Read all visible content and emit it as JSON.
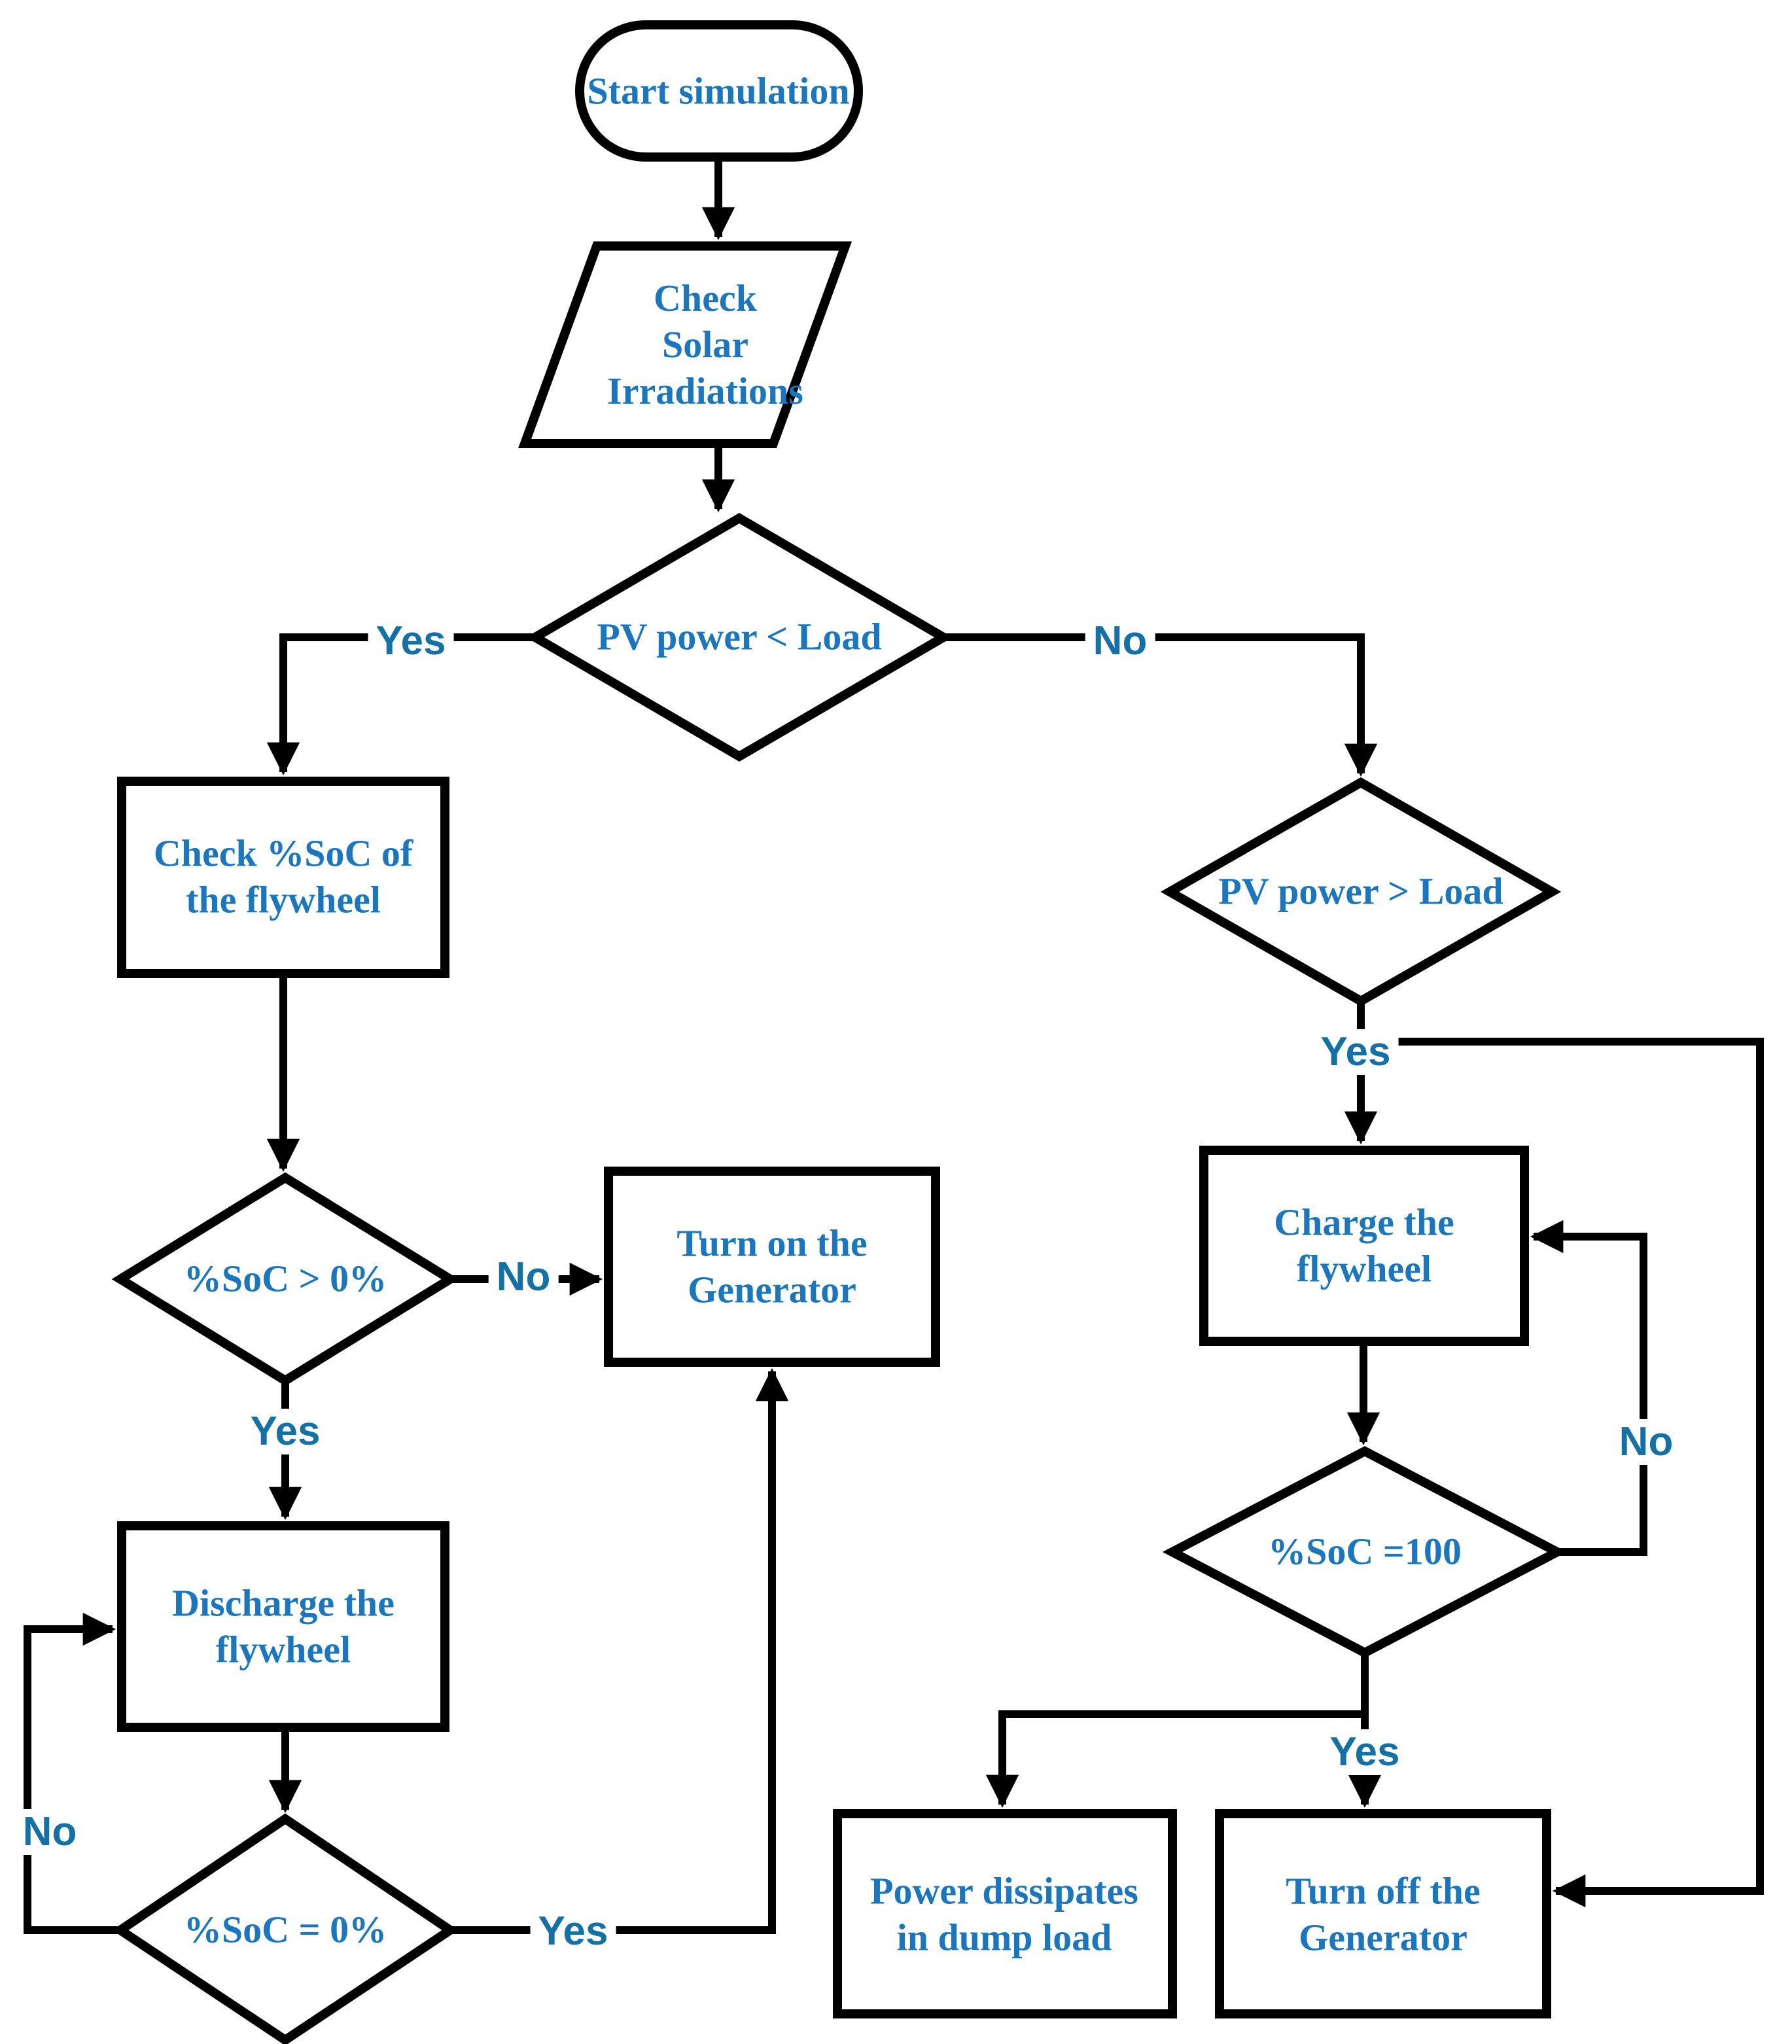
{
  "diagram": {
    "type": "flowchart",
    "title": "Flywheel / PV energy management simulation flowchart"
  },
  "colors": {
    "node_text": "#1b76c0",
    "edge_label_text": "#1371a6",
    "line": "#000000",
    "shape_fill": "#ffffff"
  },
  "nodes": {
    "start": {
      "type": "terminator",
      "label": "Start simulation"
    },
    "check_solar": {
      "type": "input-output",
      "label": "Check\nSolar\nIrradiations"
    },
    "pv_lt_load": {
      "type": "decision",
      "label": "PV power < Load"
    },
    "check_soc": {
      "type": "process",
      "label": "Check %SoC of\nthe flywheel"
    },
    "soc_gt_0": {
      "type": "decision",
      "label": "%SoC > 0%"
    },
    "turn_on_gen": {
      "type": "process",
      "label": "Turn on the\nGenerator"
    },
    "discharge": {
      "type": "process",
      "label": "Discharge the\nflywheel"
    },
    "soc_eq_0": {
      "type": "decision",
      "label": "%SoC = 0%"
    },
    "pv_gt_load": {
      "type": "decision",
      "label": "PV power > Load"
    },
    "charge": {
      "type": "process",
      "label": "Charge the\nflywheel"
    },
    "soc_eq_100": {
      "type": "decision",
      "label": "%SoC =100"
    },
    "dump_load": {
      "type": "process",
      "label": "Power dissipates\nin dump load"
    },
    "turn_off_gen": {
      "type": "process",
      "label": "Turn off the\nGenerator"
    }
  },
  "edge_labels": {
    "pv_lt_load_yes": "Yes",
    "pv_lt_load_no": "No",
    "soc_gt_0_no": "No",
    "soc_gt_0_yes": "Yes",
    "soc_eq_0_no": "No",
    "soc_eq_0_yes": "Yes",
    "pv_gt_load_yes": "Yes",
    "soc_eq_100_no": "No",
    "soc_eq_100_yes": "Yes"
  },
  "edges": [
    {
      "from": "start",
      "to": "check_solar",
      "label": ""
    },
    {
      "from": "check_solar",
      "to": "pv_lt_load",
      "label": ""
    },
    {
      "from": "pv_lt_load",
      "to": "check_soc",
      "label": "Yes"
    },
    {
      "from": "pv_lt_load",
      "to": "pv_gt_load",
      "label": "No"
    },
    {
      "from": "check_soc",
      "to": "soc_gt_0",
      "label": ""
    },
    {
      "from": "soc_gt_0",
      "to": "turn_on_gen",
      "label": "No"
    },
    {
      "from": "soc_gt_0",
      "to": "discharge",
      "label": "Yes"
    },
    {
      "from": "discharge",
      "to": "soc_eq_0",
      "label": ""
    },
    {
      "from": "soc_eq_0",
      "to": "discharge",
      "label": "No"
    },
    {
      "from": "soc_eq_0",
      "to": "turn_on_gen",
      "label": "Yes"
    },
    {
      "from": "pv_gt_load",
      "to": "charge",
      "label": "Yes"
    },
    {
      "from": "pv_gt_load",
      "to": "turn_off_gen",
      "label": "Yes"
    },
    {
      "from": "charge",
      "to": "soc_eq_100",
      "label": ""
    },
    {
      "from": "soc_eq_100",
      "to": "charge",
      "label": "No"
    },
    {
      "from": "soc_eq_100",
      "to": "dump_load",
      "label": "Yes"
    },
    {
      "from": "soc_eq_100",
      "to": "turn_off_gen",
      "label": "Yes"
    }
  ]
}
